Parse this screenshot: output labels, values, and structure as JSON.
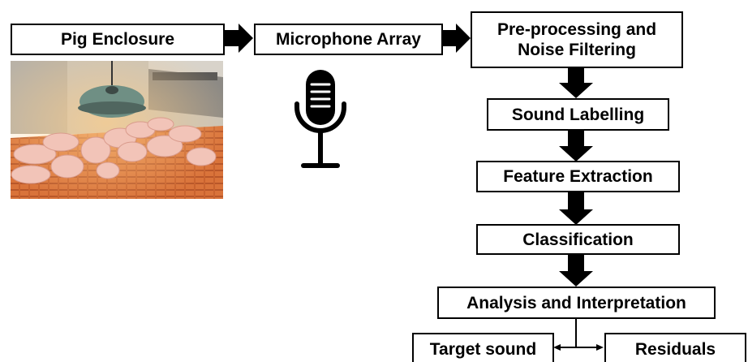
{
  "boxes": {
    "pig_enclosure": "Pig Enclosure",
    "microphone_array": "Microphone Array",
    "preprocessing_line1": "Pre-processing and",
    "preprocessing_line2": "Noise Filtering",
    "sound_labelling": "Sound Labelling",
    "feature_extraction": "Feature Extraction",
    "classification": "Classification",
    "analysis": "Analysis and Interpretation",
    "target_sound": "Target sound",
    "residuals": "Residuals"
  },
  "images": {
    "photo": "pig-enclosure-photo",
    "microphone": "microphone-icon"
  },
  "colors": {
    "box_border": "#000000",
    "arrow": "#000000",
    "floor": "#d9733a",
    "pig": "#f2c4b8",
    "lamp": "#6f8f84"
  }
}
